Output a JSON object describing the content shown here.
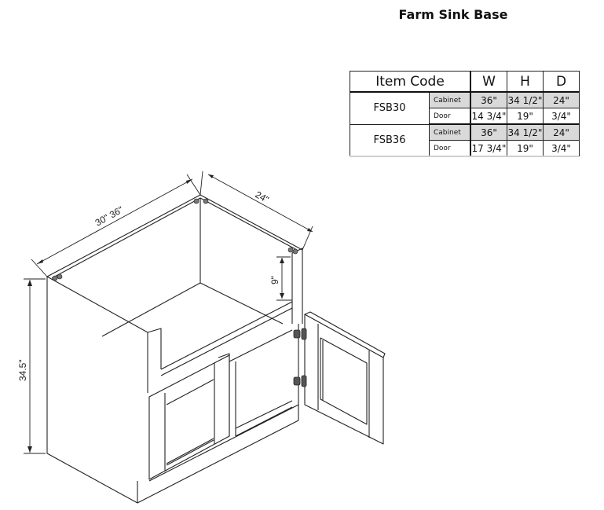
{
  "title": "Farm Sink Base",
  "table": {
    "headers": {
      "item_code": "Item Code",
      "w": "W",
      "h": "H",
      "d": "D"
    },
    "items": [
      {
        "code": "FSB30",
        "rows": [
          {
            "type": "Cabinet",
            "w": "36\"",
            "h": "34 1/2\"",
            "d": "24\""
          },
          {
            "type": "Door",
            "w": "14 3/4\"",
            "h": "19\"",
            "d": "3/4\""
          }
        ]
      },
      {
        "code": "FSB36",
        "rows": [
          {
            "type": "Cabinet",
            "w": "36\"",
            "h": "34 1/2\"",
            "d": "24\""
          },
          {
            "type": "Door",
            "w": "17 3/4\"",
            "h": "19\"",
            "d": "3/4\""
          }
        ]
      }
    ]
  },
  "drawing": {
    "width_label": "30\" 36\"",
    "depth_label": "24\"",
    "apron_label": "9\"",
    "height_label": "34.5\""
  },
  "colors": {
    "cabinet_row": "#d9d9d9",
    "line": "#222222"
  }
}
